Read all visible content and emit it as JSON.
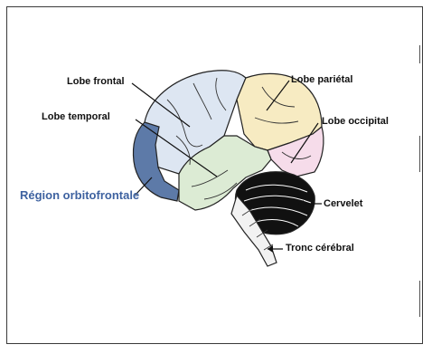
{
  "labels": {
    "frontal": "Lobe frontal",
    "temporal": "Lobe temporal",
    "parietal": "Lobe pariétal",
    "occipital": "Lobe occipital",
    "orbitofrontal": "Région orbitofrontale",
    "cerebellum": "Cervelet",
    "brainstem": "Tronc cérébral"
  },
  "colors": {
    "frontal": "#dde6f2",
    "parietal": "#f7ebc2",
    "occipital": "#f6dcea",
    "temporal": "#dcebd4",
    "orbitofrontal": "#5d7aa8",
    "orbitofrontal_label": "#3e62a0",
    "cerebellum": "#111111",
    "brainstem": "#f2f2f2",
    "outline": "#222222"
  }
}
